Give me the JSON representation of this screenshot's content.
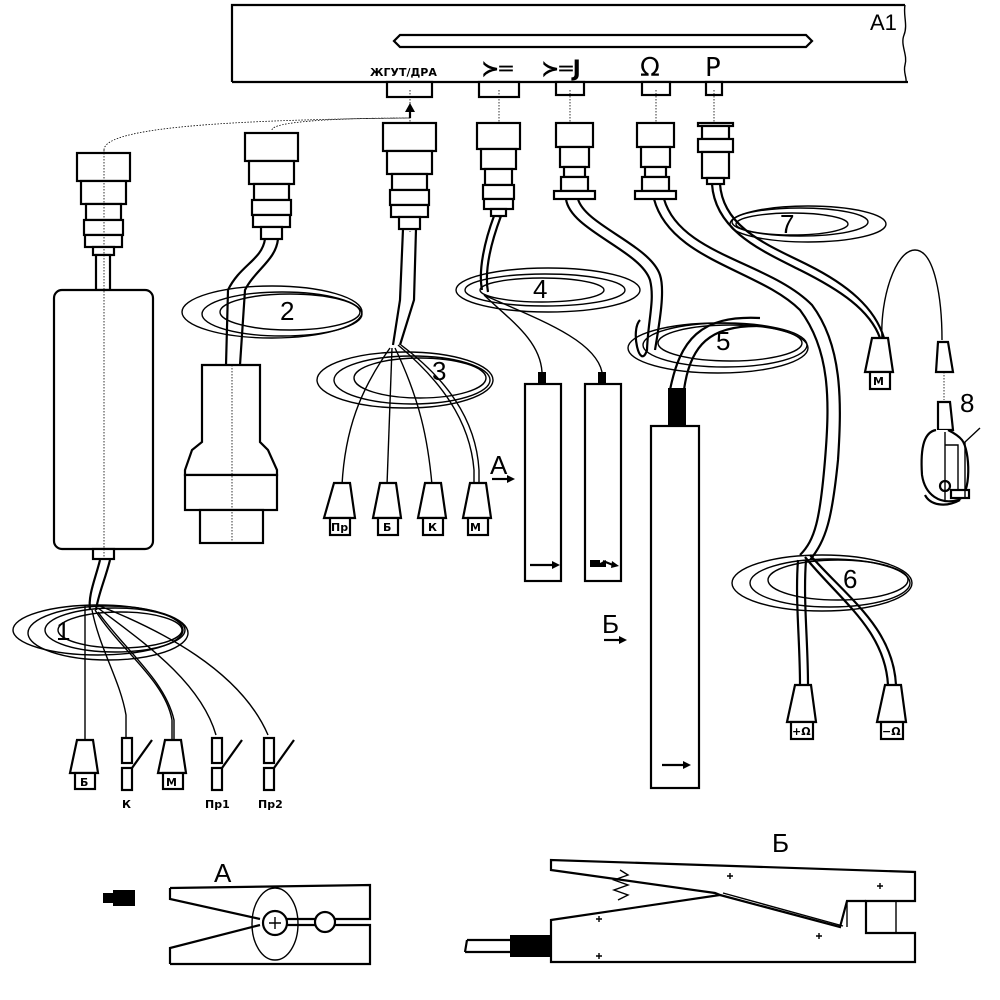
{
  "device": {
    "label": "A1",
    "ports": [
      {
        "id": "harness",
        "label": "ЖГУТ/ДРА"
      },
      {
        "id": "clip",
        "label": "≻═",
        "icon": "clip-probe-icon"
      },
      {
        "id": "clip-j",
        "label": "≻═J",
        "icon": "clip-probe-j-icon"
      },
      {
        "id": "ohm",
        "label": "Ω"
      },
      {
        "id": "p",
        "label": "P"
      }
    ]
  },
  "cables": [
    {
      "number": "1",
      "leads": [
        "Б",
        "К",
        "М",
        "Пр1",
        "Пр2"
      ]
    },
    {
      "number": "2"
    },
    {
      "number": "3",
      "leads": [
        "Пр",
        "Б",
        "К",
        "М"
      ]
    },
    {
      "number": "4"
    },
    {
      "number": "5"
    },
    {
      "number": "6",
      "leads": [
        "+Ω",
        "−Ω"
      ]
    },
    {
      "number": "7",
      "leads": [
        "М"
      ]
    },
    {
      "number": "8"
    }
  ],
  "views": {
    "a": {
      "label": "А"
    },
    "b": {
      "label": "Б"
    }
  }
}
